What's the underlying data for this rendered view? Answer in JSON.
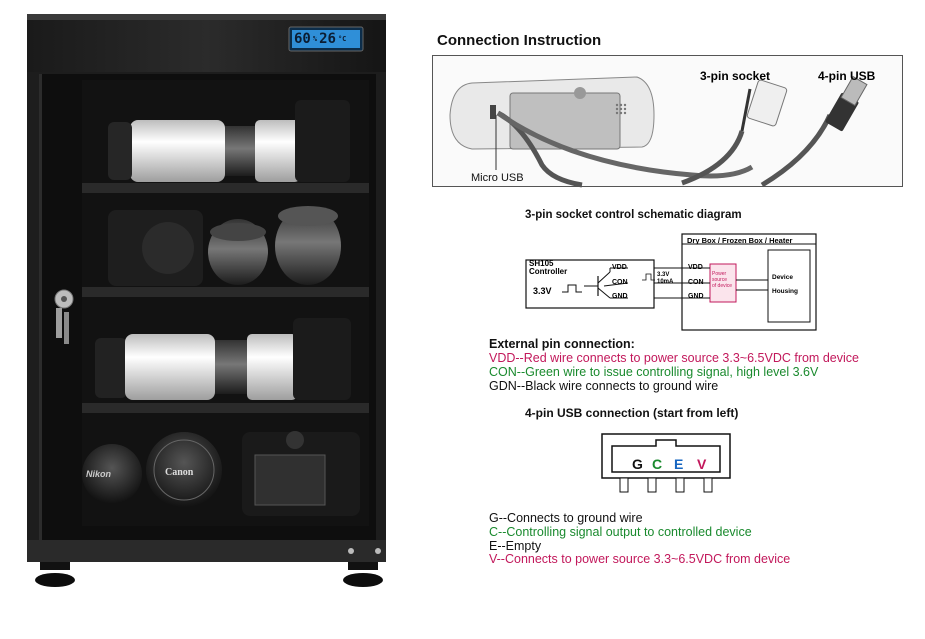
{
  "cabinet": {
    "display_humidity": "60",
    "display_humidity_unit": "%",
    "display_temperature": "26",
    "display_temperature_unit": "°C",
    "lens_brand_1": "Canon",
    "lens_brand_2": "Nikon"
  },
  "connection": {
    "title": "Connection Instruction",
    "label_3pin": "3-pin socket",
    "label_4pin": "4-pin USB",
    "label_micro_usb": "Micro USB"
  },
  "schematic": {
    "title": "3-pin socket control schematic diagram",
    "controller_label_1": "SH105",
    "controller_label_2": "Controller",
    "controller_voltage": "3.3V",
    "pin_vdd": "VDD",
    "pin_con": "CON",
    "pin_gnd": "GND",
    "signal_voltage": "3.3V",
    "signal_current": "10mA",
    "device_box_title": "Dry Box / Frozen Box / Heater",
    "device_pin_vdd": "VDD",
    "device_pin_con": "CON",
    "device_pin_gnd": "GND",
    "power_label_1": "Power",
    "power_label_2": "source",
    "power_label_3": "of device",
    "device_label_1": "Device",
    "device_label_2": "Housing"
  },
  "external_pins": {
    "heading": "External pin connection:",
    "vdd": "VDD--Red wire connects to power source 3.3~6.5VDC from device",
    "con": "CON--Green wire to issue controlling signal, high level 3.6V",
    "gdn": "GDN--Black wire connects to ground wire"
  },
  "usb": {
    "heading": "4-pin USB connection (start from left)",
    "pin_g": "G",
    "pin_c": "C",
    "pin_e": "E",
    "pin_v": "V",
    "desc_g": "G--Connects to ground wire",
    "desc_c": "C--Controlling signal output to controlled device",
    "desc_e": "E--Empty",
    "desc_v": "V--Connects to power source 3.3~6.5VDC from device"
  },
  "colors": {
    "red": "#c2185b",
    "green": "#1a8a2e",
    "blue": "#1565c0",
    "black": "#111111"
  }
}
